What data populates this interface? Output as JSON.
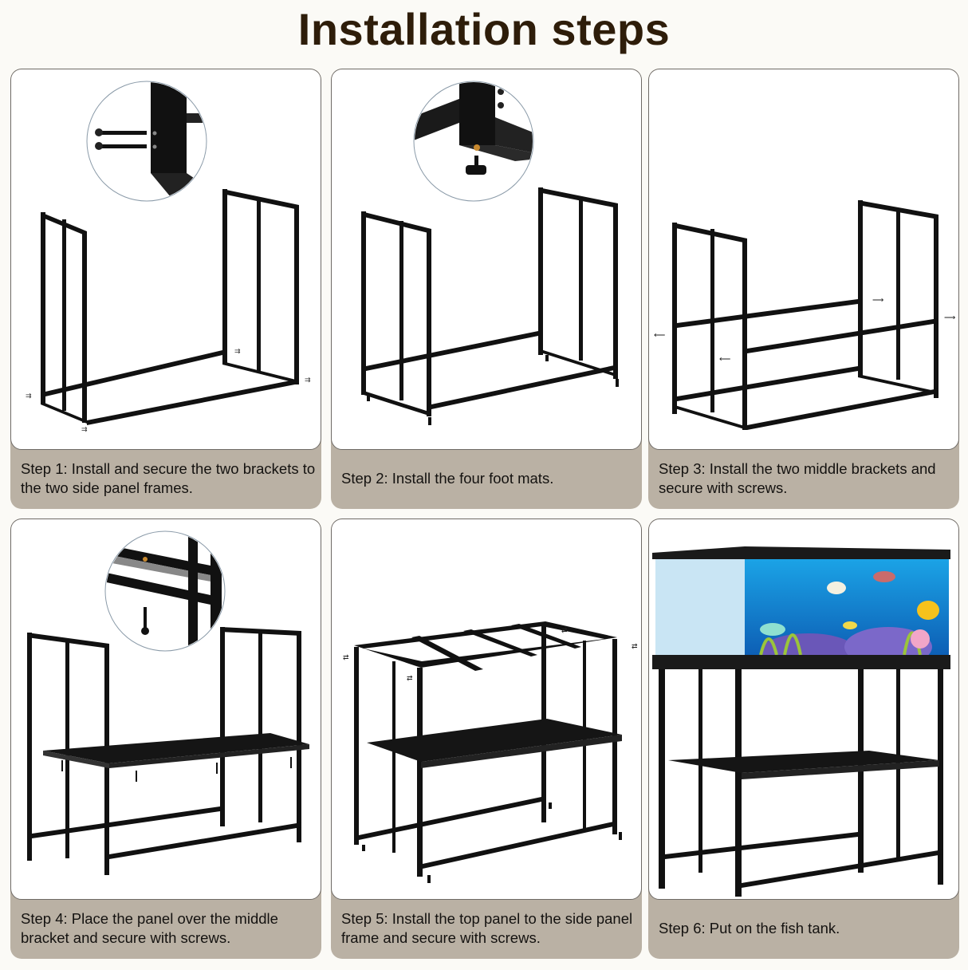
{
  "title": "Installation steps",
  "colors": {
    "title": "#2E1D0A",
    "caption_band": "#BAB1A4",
    "frame_metal": "#111111",
    "background": "#FBFAF6"
  },
  "steps": [
    {
      "number": 1,
      "caption": "Step 1: Install and secure the two brackets to the two side panel frames.",
      "illustration": "two side frames with bottom brackets, inset of bolts into frame"
    },
    {
      "number": 2,
      "caption": "Step 2: Install the four foot mats.",
      "illustration": "frame with feet, inset of leveling foot screwing into leg"
    },
    {
      "number": 3,
      "caption": "Step 3: Install the two middle brackets and secure with screws.",
      "illustration": "frame with middle brackets added"
    },
    {
      "number": 4,
      "caption": "Step 4: Place the panel over the middle bracket and secure with screws.",
      "illustration": "frame with middle shelf panel, inset of screw from below"
    },
    {
      "number": 5,
      "caption": "Step 5: Install the top panel to the side panel frame and secure with screws.",
      "illustration": "complete frame with top bracket grid"
    },
    {
      "number": 6,
      "caption": "Step 6: Put on the fish tank.",
      "illustration": "assembled stand with aquarium on top"
    }
  ]
}
